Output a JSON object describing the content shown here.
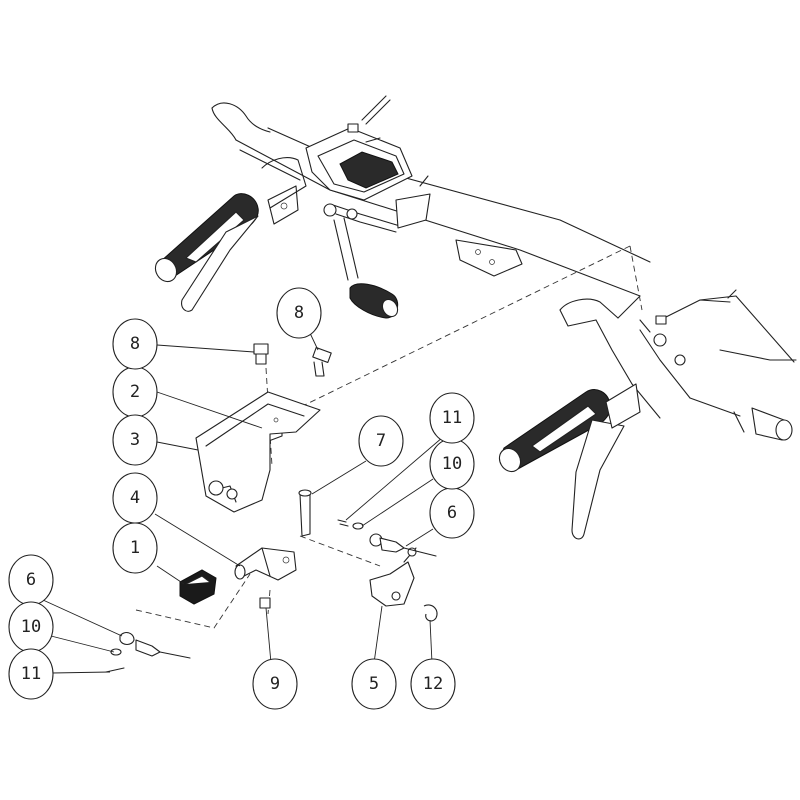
{
  "callouts": [
    {
      "id": "c1",
      "label": "1"
    },
    {
      "id": "c2",
      "label": "2"
    },
    {
      "id": "c3",
      "label": "3"
    },
    {
      "id": "c4",
      "label": "4"
    },
    {
      "id": "c5",
      "label": "5"
    },
    {
      "id": "c6a",
      "label": "6"
    },
    {
      "id": "c6b",
      "label": "6"
    },
    {
      "id": "c7",
      "label": "7"
    },
    {
      "id": "c8a",
      "label": "8"
    },
    {
      "id": "c8b",
      "label": "8"
    },
    {
      "id": "c9",
      "label": "9"
    },
    {
      "id": "c10a",
      "label": "10"
    },
    {
      "id": "c10b",
      "label": "10"
    },
    {
      "id": "c11a",
      "label": "11"
    },
    {
      "id": "c11b",
      "label": "11"
    },
    {
      "id": "c12",
      "label": "12"
    }
  ]
}
